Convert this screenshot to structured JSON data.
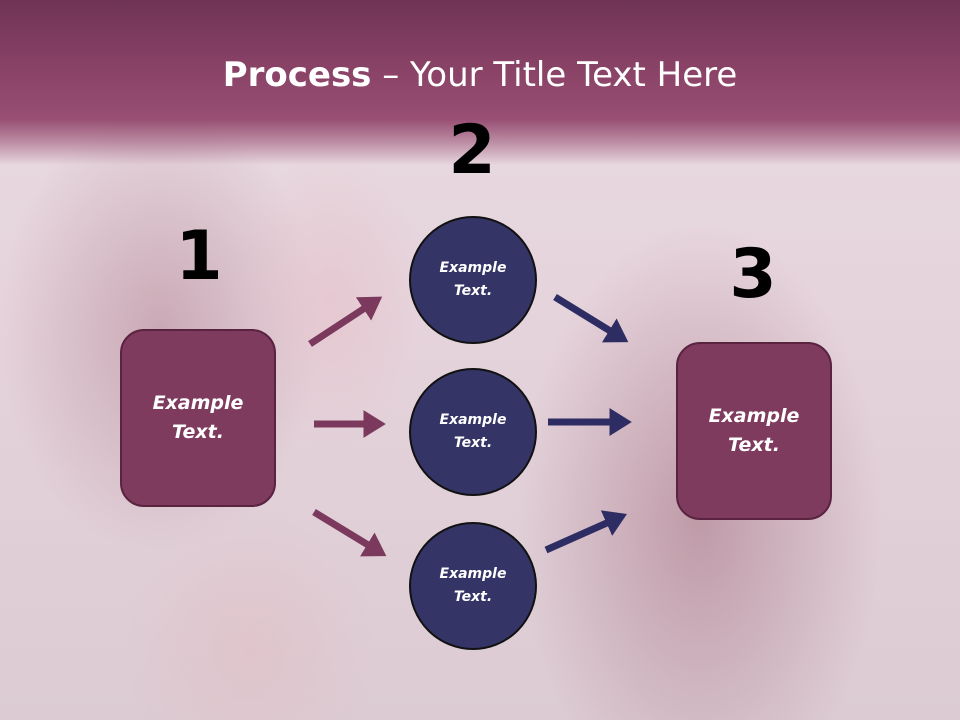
{
  "title": {
    "bold": "Process",
    "rest": " – Your Title Text Here"
  },
  "steps": {
    "one": "1",
    "two": "2",
    "three": "3"
  },
  "left_box": {
    "text": "Example Text."
  },
  "circles": [
    {
      "text": "Example Text."
    },
    {
      "text": "Example Text."
    },
    {
      "text": "Example Text."
    }
  ],
  "right_box": {
    "text": "Example Text."
  },
  "colors": {
    "header": "#8b4468",
    "box_fill": "#7e3b5e",
    "circle_fill": "#343466",
    "left_arrows": "#7b3a5d",
    "right_arrows": "#2e2d63"
  }
}
